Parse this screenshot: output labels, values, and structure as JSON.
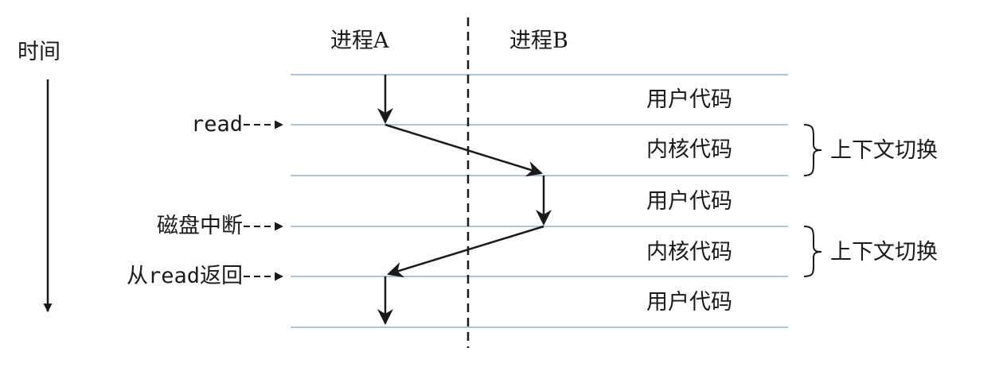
{
  "time_label": "时间",
  "process_a": "进程A",
  "process_b": "进程B",
  "events": {
    "read": "read",
    "disk_interrupt": "磁盘中断",
    "return_from_read": "从read返回"
  },
  "segments": [
    "用户代码",
    "内核代码",
    "用户代码",
    "内核代码",
    "用户代码"
  ],
  "context_switch": "上下文切换",
  "colors": {
    "ink": "#1a1a1a",
    "rule": "#a8c4e0"
  }
}
